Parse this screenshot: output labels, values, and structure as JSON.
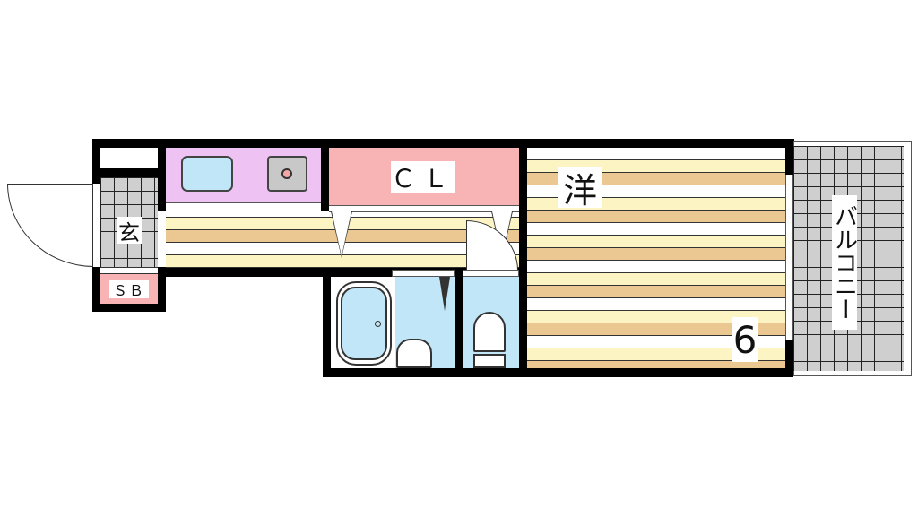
{
  "floorplan": {
    "rooms": {
      "entrance": {
        "label": "玄"
      },
      "shoe_box": {
        "label": "ＳＢ"
      },
      "closet": {
        "label": "ＣＬ"
      },
      "western_room": {
        "label": "洋",
        "size": "6"
      },
      "balcony": {
        "label": "バルコニー"
      }
    },
    "colors": {
      "kitchen": "#eec3f4",
      "closet": "#f8b3b5",
      "shoe_box": "#f8b3b5",
      "water": "#c1e6f7",
      "tile": "#cfcfcf",
      "floor_light": "#fdf4c4",
      "floor_dark": "#ebc892",
      "wall": "#000000"
    }
  }
}
